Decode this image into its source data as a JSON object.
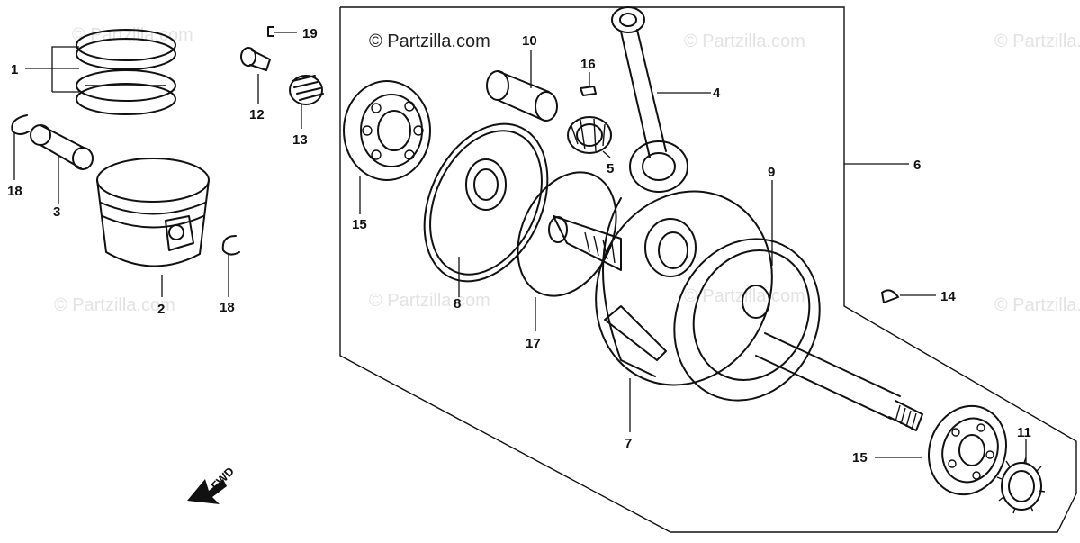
{
  "diagram": {
    "watermark_main": "© Partzilla.com",
    "watermark_faint": "© Partzilla.com",
    "fwd_label": "FWD",
    "callouts": {
      "c1": "1",
      "c2": "2",
      "c3": "3",
      "c4": "4",
      "c5": "5",
      "c6": "6",
      "c7": "7",
      "c8": "8",
      "c9": "9",
      "c10": "10",
      "c11": "11",
      "c12": "12",
      "c13": "13",
      "c14": "14",
      "c15a": "15",
      "c15b": "15",
      "c16": "16",
      "c17": "17",
      "c18a": "18",
      "c18b": "18",
      "c19": "19"
    }
  }
}
